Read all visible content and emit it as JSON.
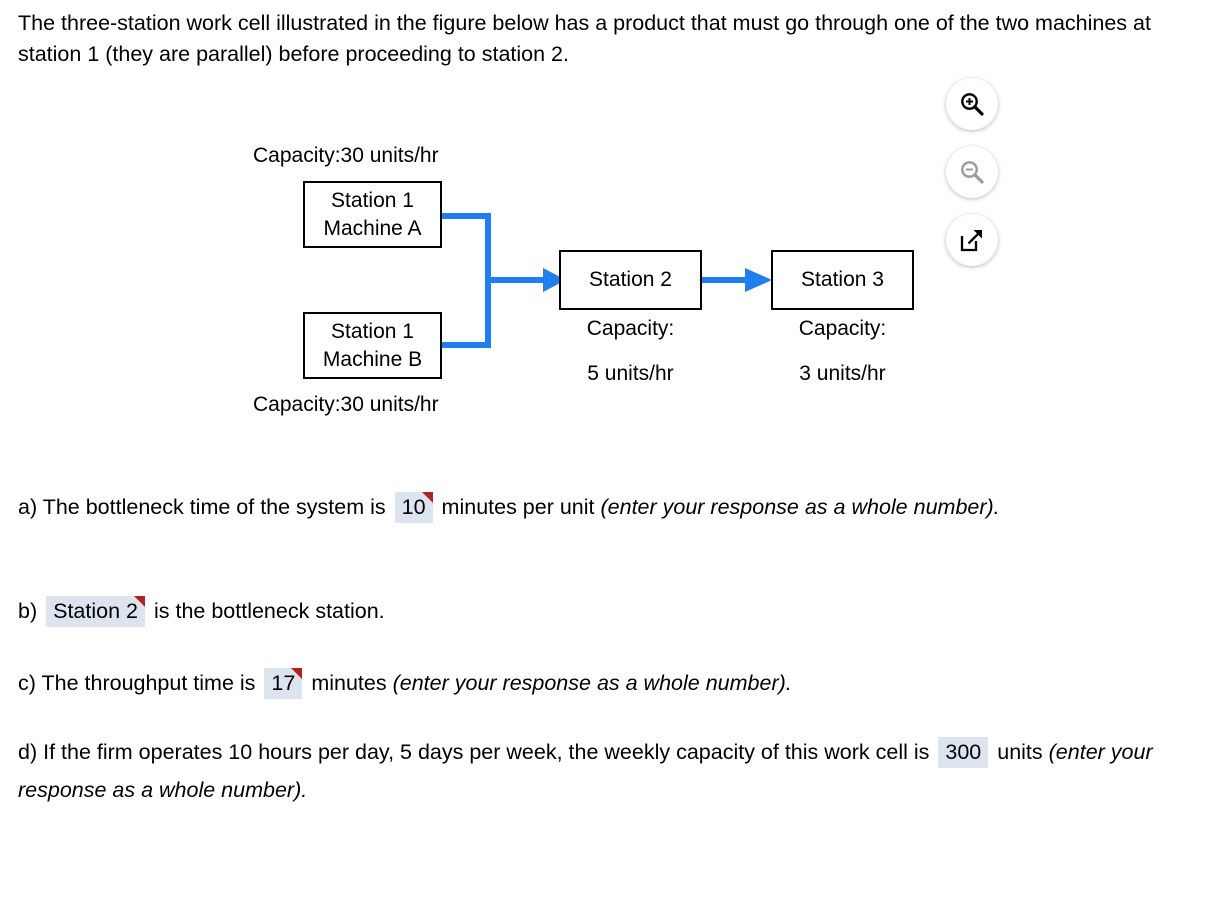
{
  "question": {
    "stem": "The three-station work cell illustrated in the figure below has a product that must go through one of the two machines at station 1 (they are parallel) before proceeding to station 2."
  },
  "toolbar": {
    "zoom_in_label": "zoom-in",
    "zoom_out_label": "zoom-out",
    "pop_out_label": "open-in-new-window"
  },
  "figure": {
    "capacity_top": "Capacity:30 units/hr",
    "capacity_bottom": "Capacity:30 units/hr",
    "machine_a": {
      "line1": "Station 1",
      "line2": "Machine A"
    },
    "machine_b": {
      "line1": "Station 1",
      "line2": "Machine B"
    },
    "station2": {
      "title": "Station 2",
      "cap_line1": "Capacity:",
      "cap_line2": "5 units/hr"
    },
    "station3": {
      "title": "Station 3",
      "cap_line1": "Capacity:",
      "cap_line2": "3 units/hr"
    },
    "arrow_color": "#1f7fee",
    "box_border_color": "#000000"
  },
  "answers": {
    "a": {
      "prefix": "a) The bottleneck time of the system is",
      "value": "10",
      "mid": "minutes per unit",
      "hint": "(enter your response as a whole number).",
      "flagged": true
    },
    "b": {
      "prefix": "b)",
      "value": "Station 2",
      "suffix": "is the bottleneck station.",
      "flagged": true
    },
    "c": {
      "prefix": "c) The throughput time is",
      "value": "17",
      "mid": "minutes",
      "hint": "(enter your response as a whole number).",
      "flagged": true
    },
    "d": {
      "prefix": "d) If the firm operates 10 hours per day, 5 days per week, the weekly capacity of this work cell is",
      "value": "300",
      "mid": "units",
      "hint": "(enter your response as a whole number).",
      "flagged": false
    }
  },
  "colors": {
    "answer_blank_bg": "#dce4ef",
    "flag_red": "#b22222",
    "arrow_blue": "#1f7fee"
  }
}
